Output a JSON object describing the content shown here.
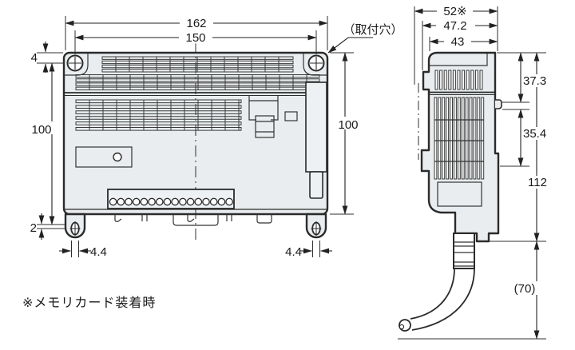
{
  "drawing": {
    "note": "※メモリカード装着時",
    "front": {
      "mounting_hole_label": "（取付穴）",
      "dim_width_outer": "162",
      "dim_width_holes": "150",
      "dim_hole_top_offset": "4",
      "dim_height_holes": "100",
      "dim_hole_bottom_offset": "2",
      "dim_hole_width_left": "4.4",
      "dim_hole_width_right": "4.4",
      "dim_height_body": "100"
    },
    "side": {
      "dim_depth_memory_card": "52※",
      "dim_depth_overall": "47.2",
      "dim_depth_body": "43",
      "dim_height_upper": "37.3",
      "dim_height_lower": "35.4",
      "dim_height_total": "112",
      "dim_cable_clearance": "(70)"
    }
  }
}
